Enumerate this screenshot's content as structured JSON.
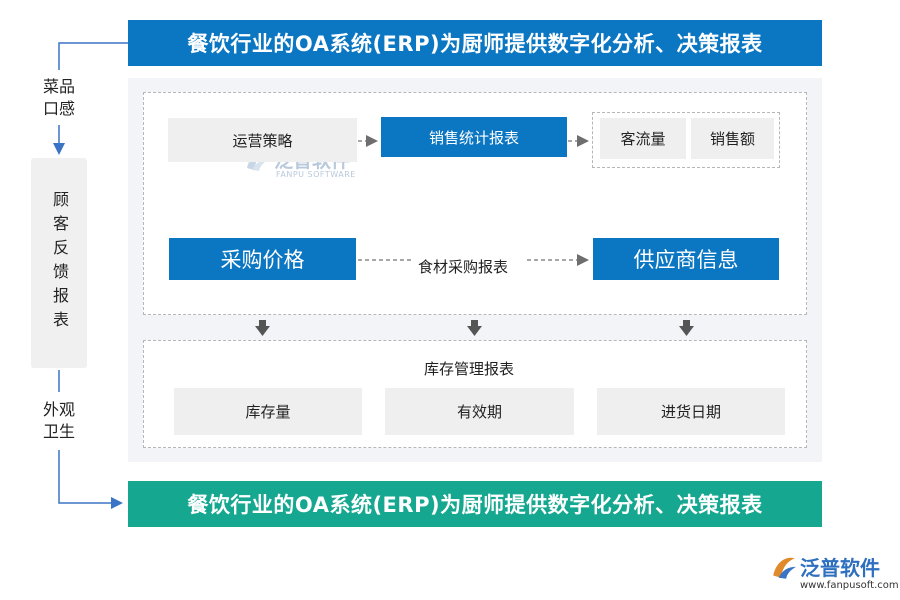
{
  "colors": {
    "blue": "#0b76c2",
    "green": "#15a78f",
    "grey_box": "#efefef",
    "panel": "#f3f4f8",
    "arrow": "#3b73c5"
  },
  "header": {
    "title": "餐饮行业的OA系统(ERP)为厨师提供数字化分析、决策报表"
  },
  "footer": {
    "title": "餐饮行业的OA系统(ERP)为厨师提供数字化分析、决策报表"
  },
  "side": {
    "top_label": [
      "菜品",
      "口感"
    ],
    "middle_label": "顾客反馈报表",
    "bottom_label": [
      "外观",
      "卫生"
    ]
  },
  "sales": {
    "strategy": "运营策略",
    "report": "销售统计报表",
    "metrics": [
      "客流量",
      "销售额"
    ]
  },
  "purchase": {
    "price": "采购价格",
    "report": "食材采购报表",
    "supplier": "供应商信息"
  },
  "inventory": {
    "title": "库存管理报表",
    "items": [
      "库存量",
      "有效期",
      "进货日期"
    ]
  },
  "watermark": {
    "brand": "泛普软件",
    "sub": "FANPU SOFTWARE",
    "url": "www.fanpusoft.com"
  }
}
